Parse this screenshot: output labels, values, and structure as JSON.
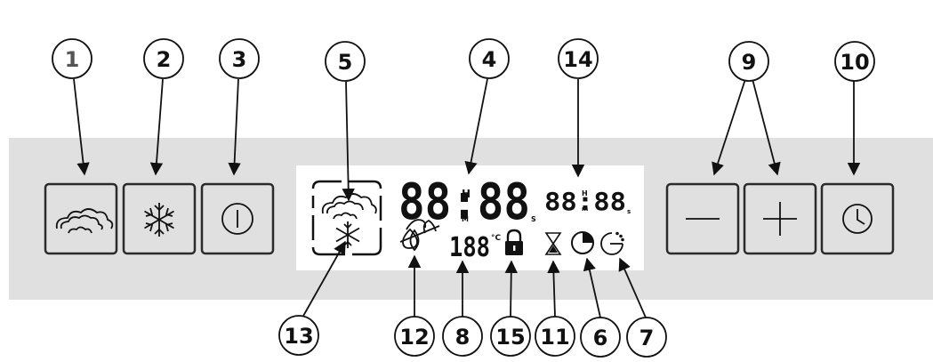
{
  "colors": {
    "panel": "#e0e0e0",
    "display": "#ffffff",
    "button_border": "#2b2b2b",
    "ink": "#111111",
    "callout_grey_label": "#555555"
  },
  "buttons": [
    {
      "id": "steam",
      "icon": "steam-cloud-icon"
    },
    {
      "id": "freeze",
      "icon": "snowflake-icon"
    },
    {
      "id": "power",
      "icon": "power-icon"
    },
    {
      "id": "minus",
      "icon": "minus-icon"
    },
    {
      "id": "plus",
      "icon": "plus-icon"
    },
    {
      "id": "timer",
      "icon": "clock-icon"
    }
  ],
  "display": {
    "main_time": "88:88",
    "main_h": "H",
    "main_m": "M",
    "main_s": "S",
    "secondary_time": "88:88",
    "secondary_h": "H",
    "secondary_m": "m",
    "secondary_s": "s",
    "temperature": "188",
    "temp_unit": "°C"
  },
  "callouts": {
    "c1": "1",
    "c2": "2",
    "c3": "3",
    "c4": "4",
    "c5": "5",
    "c6": "6",
    "c7": "7",
    "c8": "8",
    "c9": "9",
    "c10": "10",
    "c11": "11",
    "c12": "12",
    "c13": "13",
    "c14": "14",
    "c15": "15"
  }
}
